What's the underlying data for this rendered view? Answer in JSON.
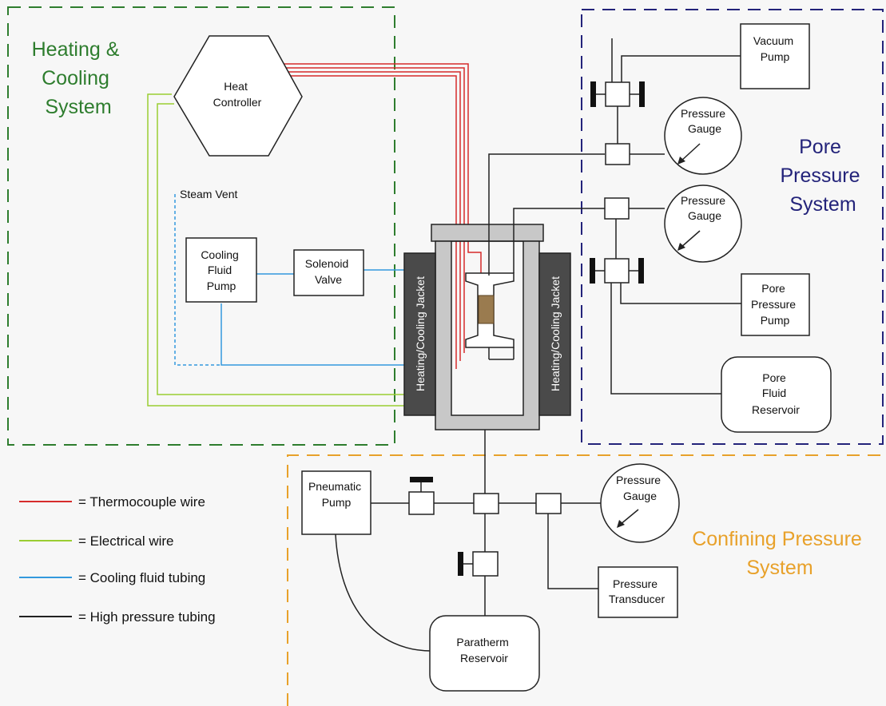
{
  "systems": {
    "heating": "Heating & Cooling System",
    "pore": "Pore Pressure System",
    "confining": "Confining Pressure System"
  },
  "components": {
    "heat_controller": [
      "Heat",
      "Controller"
    ],
    "steam_vent": "Steam Vent",
    "cooling_pump": [
      "Cooling",
      "Fluid",
      "Pump"
    ],
    "solenoid_valve": [
      "Solenoid",
      "Valve"
    ],
    "jacket_left": "Heating/Cooling Jacket",
    "jacket_right": "Heating/Cooling Jacket",
    "vacuum_pump": [
      "Vacuum",
      "Pump"
    ],
    "pore_gauge_1": [
      "Pressure",
      "Gauge"
    ],
    "pore_gauge_2": [
      "Pressure",
      "Gauge"
    ],
    "pore_pressure_pump": [
      "Pore",
      "Pressure",
      "Pump"
    ],
    "pore_fluid_reservoir": [
      "Pore",
      "Fluid",
      "Reservoir"
    ],
    "pneumatic_pump": [
      "Pneumatic",
      "Pump"
    ],
    "confining_gauge": [
      "Pressure",
      "Gauge"
    ],
    "pressure_transducer": [
      "Pressure",
      "Transducer"
    ],
    "paratherm_reservoir": [
      "Paratherm",
      "Reservoir"
    ]
  },
  "legend": [
    {
      "label": "= Thermocouple wire",
      "color": "#d62c2c"
    },
    {
      "label": "= Electrical wire",
      "color": "#9acd32"
    },
    {
      "label": "= Cooling fluid tubing",
      "color": "#3399dd"
    },
    {
      "label": "= High pressure tubing",
      "color": "#222222"
    }
  ],
  "colors": {
    "heating_border": "#2e7d2e",
    "pore_border": "#23237a",
    "confining_border": "#e8a12a",
    "vessel": "#c8c8c8",
    "jacket": "#4a4a4a",
    "sample": "#9a7b4f"
  }
}
